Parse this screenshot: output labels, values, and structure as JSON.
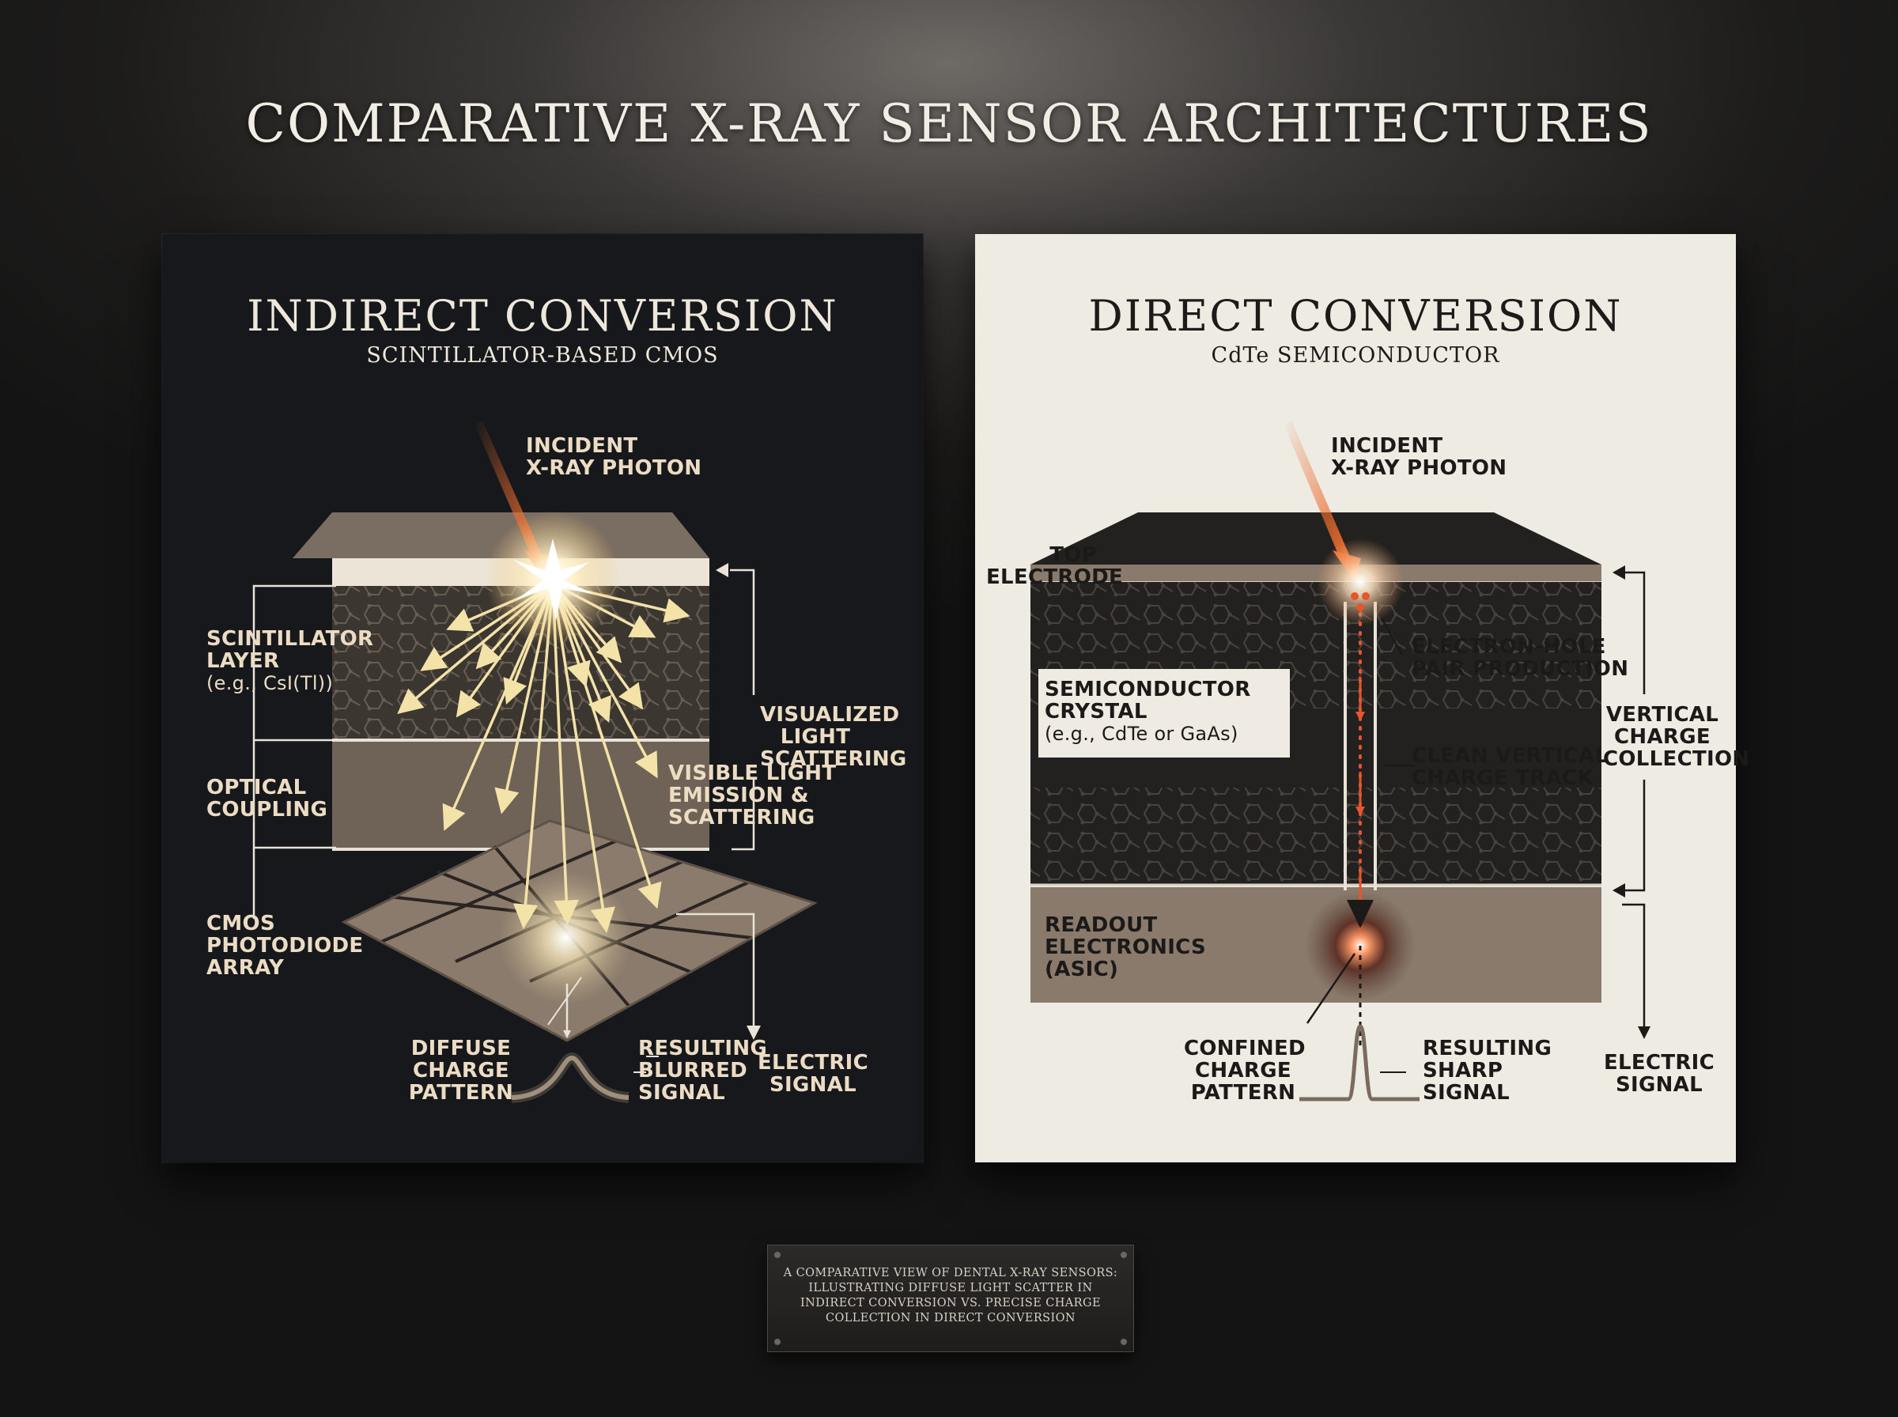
{
  "title": "COMPARATIVE X-RAY SENSOR ARCHITECTURES",
  "indirect": {
    "title": "INDIRECT CONVERSION",
    "subtitle": "SCINTILLATOR-BASED CMOS",
    "incident": [
      "INCIDENT",
      "X-RAY PHOTON"
    ],
    "scintillator": [
      "SCINTILLATOR",
      "LAYER",
      "(e.g., CsI(Tl))"
    ],
    "optical": [
      "OPTICAL",
      "COUPLING"
    ],
    "cmos": [
      "CMOS",
      "PHOTODIODE",
      "ARRAY"
    ],
    "visible": [
      "VISIBLE LIGHT",
      "EMISSION &",
      "SCATTERING"
    ],
    "visualized": [
      "VISUALIZED",
      "LIGHT",
      "SCATTERING"
    ],
    "diffuse": [
      "DIFFUSE",
      "CHARGE",
      "PATTERN"
    ],
    "blurred": [
      "RESULTING",
      "BLURRED",
      "SIGNAL"
    ],
    "electric": [
      "ELECTRIC",
      "SIGNAL"
    ]
  },
  "direct": {
    "title": "DIRECT CONVERSION",
    "subtitle": "CdTe SEMICONDUCTOR",
    "incident": [
      "INCIDENT",
      "X-RAY PHOTON"
    ],
    "top_electrode": [
      "TOP",
      "ELECTRODE"
    ],
    "electron_hole": [
      "ELECTRON-HOLE",
      "PAIR PRODUCTION"
    ],
    "crystal": [
      "SEMICONDUCTOR",
      "CRYSTAL",
      "(e.g., CdTe or GaAs)"
    ],
    "track": [
      "CLEAN VERTICAL",
      "CHARGE TRACK"
    ],
    "vertical": [
      "VERTICAL",
      "CHARGE",
      "COLLECTION"
    ],
    "readout": [
      "READOUT",
      "ELECTRONICS",
      "(ASIC)"
    ],
    "confined": [
      "CONFINED",
      "CHARGE",
      "PATTERN"
    ],
    "sharp": [
      "RESULTING",
      "SHARP",
      "SIGNAL"
    ],
    "electric": [
      "ELECTRIC",
      "SIGNAL"
    ]
  },
  "caption": [
    "A COMPARATIVE VIEW OF DENTAL X-RAY SENSORS:",
    "ILLUSTRATING DIFFUSE LIGHT SCATTER IN",
    "INDIRECT CONVERSION VS. PRECISE CHARGE",
    "COLLECTION IN DIRECT CONVERSION"
  ],
  "colors": {
    "accent_orange": "#e86a2e",
    "light_yellow": "#f3e3a8",
    "layer_taupe": "#7a6b5e",
    "panel_dark": "#17181b",
    "panel_light": "#eeebe3"
  }
}
